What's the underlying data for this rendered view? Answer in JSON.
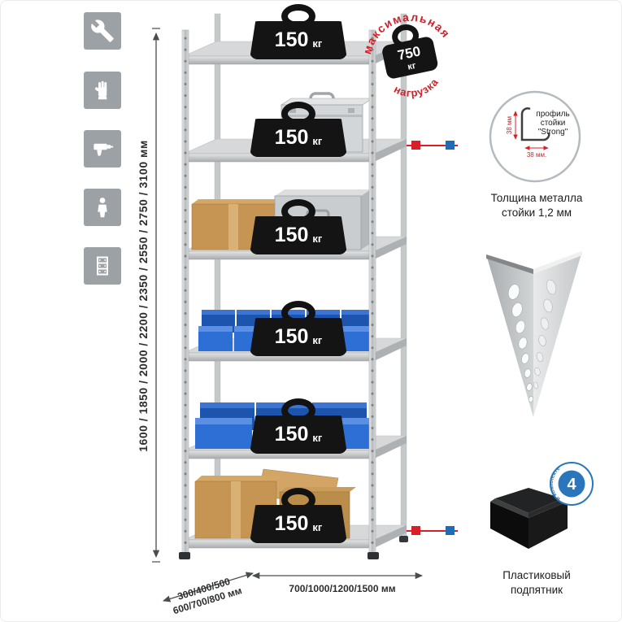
{
  "colors": {
    "accent_red": "#d61f26",
    "accent_blue": "#1f6cb5",
    "icon_tile_gray": "#9ba1a5",
    "bin_blue": "#2e6fd6"
  },
  "sidebar": {
    "icons": [
      "wrench",
      "glove",
      "drill",
      "person",
      "rack"
    ]
  },
  "dimensions": {
    "height": "1600 / 1850 / 2000 / 2200 / 2350 / 2550 / 2750 / 3100 мм",
    "depth_line1": "300/400/500",
    "depth_line2": "600/700/800 мм",
    "width": "700/1000/1200/1500 мм"
  },
  "rack": {
    "shelf_count": 6,
    "shelf_load_value": "150",
    "shelf_load_unit": "кг"
  },
  "stamp": {
    "arc_top": "максимальная",
    "arc_bottom": "нагрузка",
    "value": "750",
    "unit": "кг"
  },
  "profile_detail": {
    "label_line1": "профиль",
    "label_line2": "стойки",
    "label_line3": "\"Strong\"",
    "dim_v": "38 мм",
    "dim_h": "38 мм.",
    "caption_line1": "Толщина металла",
    "caption_line2": "стойки 1,2 мм"
  },
  "foot_detail": {
    "badge_value": "4",
    "badge_text": "в комплекте",
    "caption_line1": "Пластиковый",
    "caption_line2": "подпятник"
  }
}
